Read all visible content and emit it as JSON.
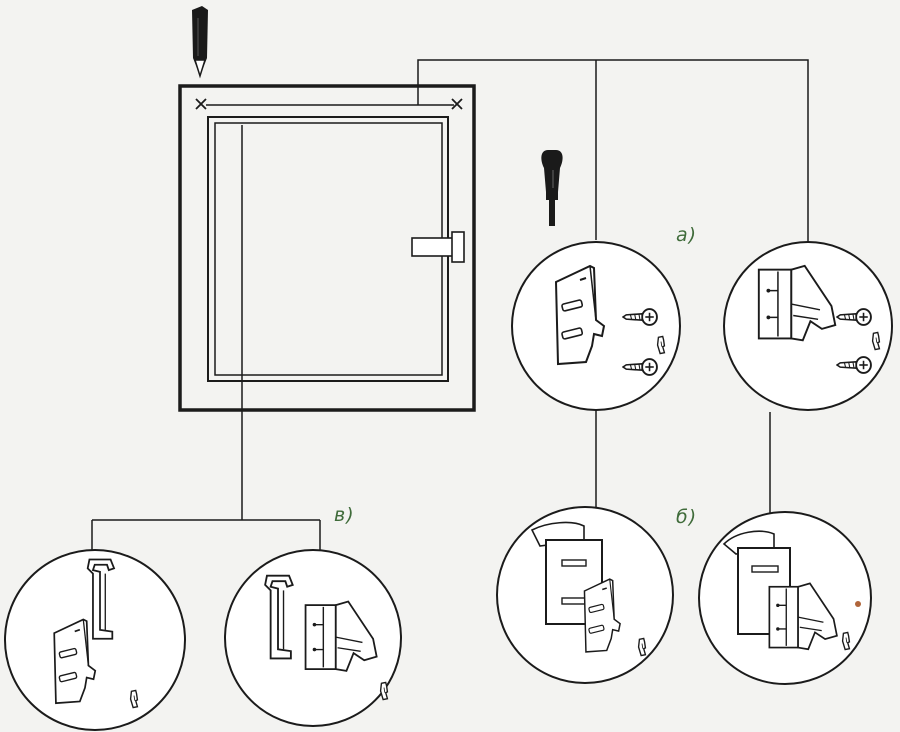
{
  "labels": {
    "a": "а)",
    "b": "б)",
    "v": "в)"
  },
  "colors": {
    "line": "#1b1b1b",
    "label": "#3f6b3a",
    "background": "#f3f3f1"
  },
  "icons": [
    "pencil-icon",
    "screwdriver-icon",
    "screw-icon",
    "bracket-clip-icon"
  ]
}
